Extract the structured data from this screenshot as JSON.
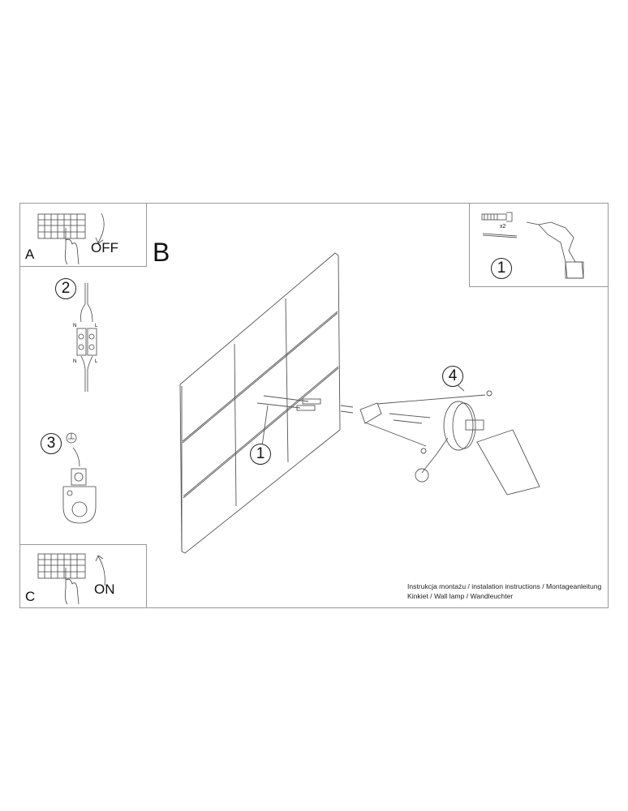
{
  "document": {
    "type": "installation-instructions",
    "sections": {
      "A": {
        "letter": "A",
        "action": "OFF"
      },
      "B": {
        "letter": "B"
      },
      "C": {
        "letter": "C",
        "action": "ON"
      }
    },
    "steps": {
      "step1_parts": {
        "number": "1",
        "quantity": "x2"
      },
      "step2_wiring": {
        "number": "2",
        "terminal_top_left": "N",
        "terminal_top_right": "L",
        "terminal_bottom_left": "N",
        "terminal_bottom_right": "L"
      },
      "step3_ground": {
        "number": "3"
      },
      "step1_wall": {
        "number": "1"
      },
      "step4_lamp": {
        "number": "4"
      }
    },
    "footer": {
      "line1": "Instrukcja montażu / instalation instructions / Montageanleitung",
      "line2": "Kinkiet / Wall lamp / Wandleuchter"
    }
  }
}
